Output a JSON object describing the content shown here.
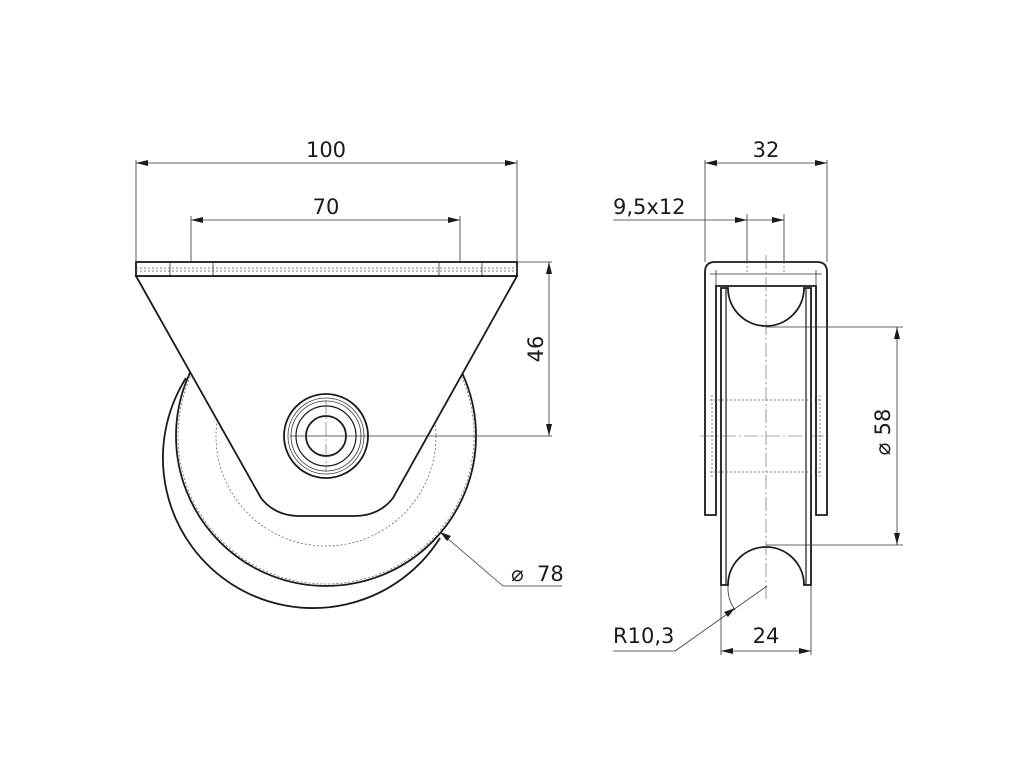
{
  "front_view": {
    "dim_overall_width": "100",
    "dim_hole_spacing": "70",
    "dim_axle_height": "46",
    "dim_wheel_diameter": "78",
    "diameter_symbol": "⌀"
  },
  "side_view": {
    "dim_plate_width": "32",
    "dim_slot": "9,5x12",
    "dim_groove_diameter": "58",
    "dim_groove_radius": "R10,3",
    "dim_wheel_width": "24",
    "diameter_symbol": "⌀"
  }
}
